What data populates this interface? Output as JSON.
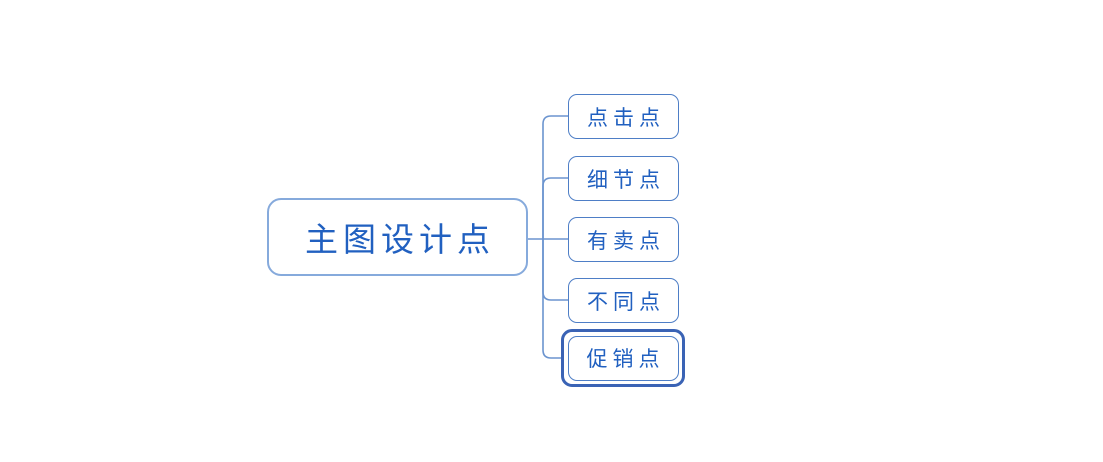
{
  "canvas": {
    "background": "#ffffff"
  },
  "mindmap": {
    "root": {
      "label": "主图设计点"
    },
    "children": [
      {
        "label": "点击点",
        "selected": false
      },
      {
        "label": "细节点",
        "selected": false
      },
      {
        "label": "有卖点",
        "selected": false
      },
      {
        "label": "不同点",
        "selected": false
      },
      {
        "label": "促销点",
        "selected": true
      }
    ],
    "colors": {
      "canvas_bg": "#ffffff",
      "node_fill": "#ffffff",
      "root_border": "#86aadc",
      "child_border": "#4e7ec6",
      "text": "#2160c0",
      "connector": "#6b94cf",
      "selection_ring": "#3a63b5"
    }
  }
}
